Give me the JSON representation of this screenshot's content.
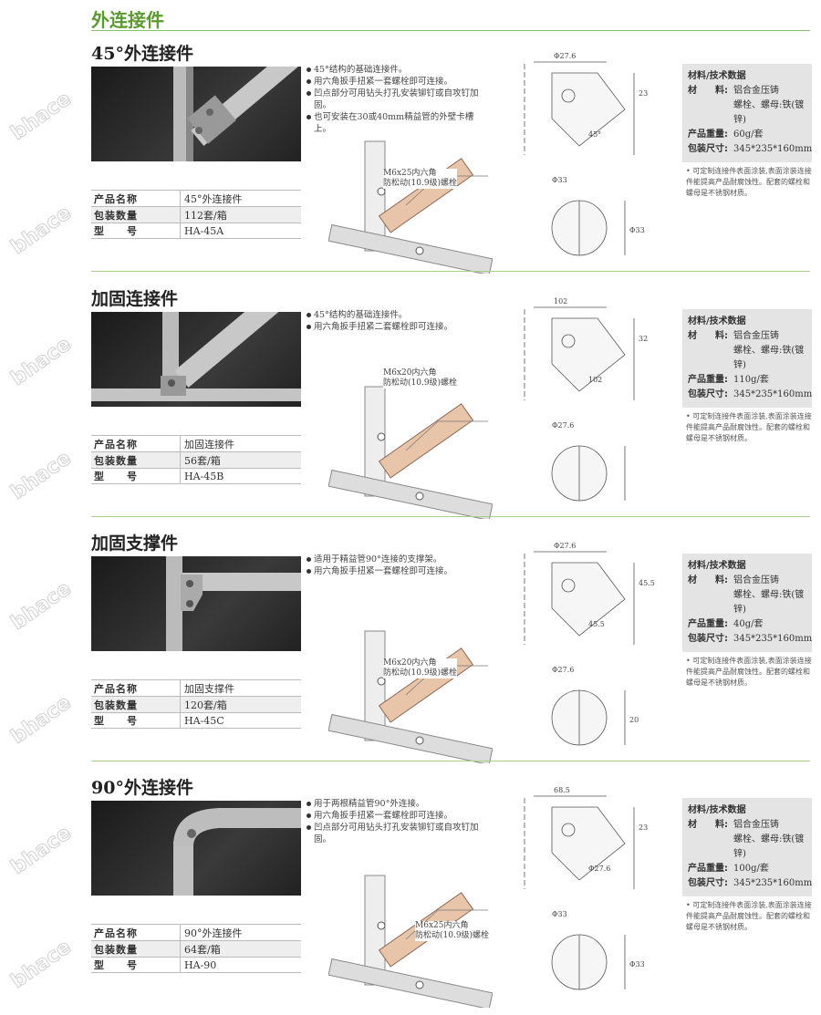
{
  "header": {
    "title": "外连接件"
  },
  "watermark": "bhace",
  "sections": [
    {
      "title": "45°外连接件",
      "specs": [
        {
          "k": "产品名称",
          "v": "45°外连接件"
        },
        {
          "k": "包装数量",
          "v": "112套/箱"
        },
        {
          "k": "型　　号",
          "v": "HA-45A"
        }
      ],
      "bullets": [
        "45°结构的基础连接件。",
        "用六角扳手扭紧一套螺栓即可连接。",
        "凹点部分可用钻头打孔安装铆钉或自攻钉加固。",
        "也可安装在30或40mm精益管的外壁卡槽上。"
      ],
      "callout": [
        "M6x25内六角",
        "防松动(10.9级)螺栓"
      ],
      "dims": [
        "Φ27.6",
        "23",
        "45°",
        "Φ33",
        "Φ33"
      ],
      "tech": {
        "title": "材料/技术数据",
        "material_label": "材　　料:",
        "material": [
          "铝合金压铸",
          "螺栓、螺母:铁(镀锌)"
        ],
        "weight_label": "产品重量:",
        "weight": "60g/套",
        "size_label": "包装尺寸:",
        "size": "345*235*160mm"
      },
      "note": "• 可定制连接件表面涂装,表面涂装连接件能提高产品耐腐蚀性。配套的螺栓和螺母是不锈钢材质。"
    },
    {
      "title": "加固连接件",
      "specs": [
        {
          "k": "产品名称",
          "v": "加固连接件"
        },
        {
          "k": "包装数量",
          "v": "56套/箱"
        },
        {
          "k": "型　　号",
          "v": "HA-45B"
        }
      ],
      "bullets": [
        "45°结构的基础连接件。",
        "用六角扳手扭紧二套螺栓即可连接。"
      ],
      "callout": [
        "M6x20内六角",
        "防松动(10.9级)螺栓"
      ],
      "dims": [
        "102",
        "32",
        "102",
        "Φ27.6"
      ],
      "tech": {
        "title": "材料/技术数据",
        "material_label": "材　　料:",
        "material": [
          "铝合金压铸",
          "螺栓、螺母:铁(镀锌)"
        ],
        "weight_label": "产品重量:",
        "weight": "110g/套",
        "size_label": "包装尺寸:",
        "size": "345*235*160mm"
      },
      "note": "• 可定制连接件表面涂装,表面涂装连接件能提高产品耐腐蚀性。配套的螺栓和螺母是不锈钢材质。"
    },
    {
      "title": "加固支撑件",
      "specs": [
        {
          "k": "产品名称",
          "v": "加固支撑件"
        },
        {
          "k": "包装数量",
          "v": "120套/箱"
        },
        {
          "k": "型　　号",
          "v": "HA-45C"
        }
      ],
      "bullets": [
        "适用于精益管90°连接的支撑架。",
        "用六角扳手扭紧一套螺栓即可连接。"
      ],
      "callout": [
        "M6x20内六角",
        "防松动(10.9级)螺栓"
      ],
      "dims": [
        "Φ27.6",
        "45.5",
        "45.5",
        "Φ27.6",
        "20"
      ],
      "tech": {
        "title": "材料/技术数据",
        "material_label": "材　　料:",
        "material": [
          "铝合金压铸",
          "螺栓、螺母:铁(镀锌)"
        ],
        "weight_label": "产品重量:",
        "weight": "40g/套",
        "size_label": "包装尺寸:",
        "size": "345*235*160mm"
      },
      "note": "• 可定制连接件表面涂装,表面涂装连接件能提高产品耐腐蚀性。配套的螺栓和螺母是不锈钢材质。"
    },
    {
      "title": "90°外连接件",
      "specs": [
        {
          "k": "产品名称",
          "v": "90°外连接件"
        },
        {
          "k": "包装数量",
          "v": "64套/箱"
        },
        {
          "k": "型　　号",
          "v": "HA-90"
        }
      ],
      "bullets": [
        "用于两根精益管90°外连接。",
        "用六角扳手扭紧一套螺栓即可连接。",
        "凹点部分可用钻头打孔安装铆钉或自攻钉加固。"
      ],
      "callout": [
        "M6x25内六角",
        "防松动(10.9级)螺栓"
      ],
      "dims": [
        "68.5",
        "23",
        "Φ27.6",
        "Φ33",
        "Φ33"
      ],
      "tech": {
        "title": "材料/技术数据",
        "material_label": "材　　料:",
        "material": [
          "铝合金压铸",
          "螺栓、螺母:铁(镀锌)"
        ],
        "weight_label": "产品重量:",
        "weight": "100g/套",
        "size_label": "包装尺寸:",
        "size": "345*235*160mm"
      },
      "note": "• 可定制连接件表面涂装,表面涂装连接件能提高产品耐腐蚀性。配套的螺栓和螺母是不锈钢材质。"
    }
  ]
}
